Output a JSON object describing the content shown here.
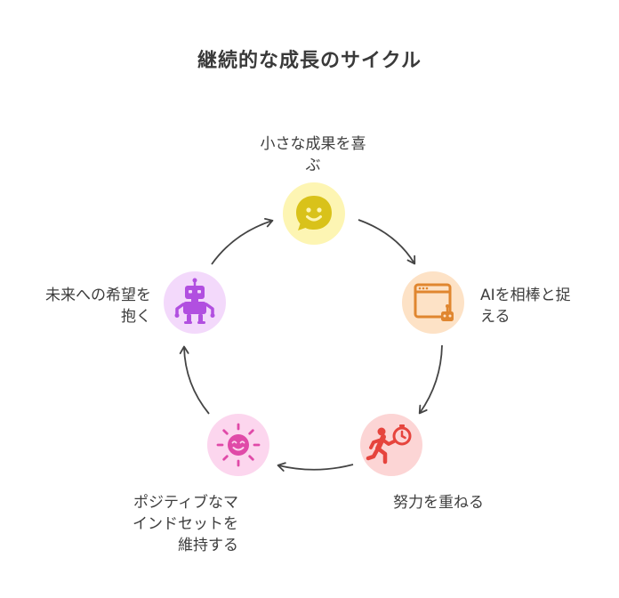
{
  "title": "継続的な成長のサイクル",
  "nodes": [
    {
      "id": "celebrate",
      "label_lines": [
        "小さな成果を喜",
        "ぶ"
      ],
      "icon": "smiling-speech-bubble-icon",
      "bg_color": "#fdf5b3",
      "icon_color": "#d9c21a"
    },
    {
      "id": "ai-partner",
      "label_lines": [
        "AIを相棒と捉",
        "える"
      ],
      "icon": "app-window-robot-icon",
      "bg_color": "#fde2c6",
      "icon_color": "#e0862f"
    },
    {
      "id": "effort",
      "label_lines": [
        "努力を重ねる"
      ],
      "icon": "running-person-stopwatch-icon",
      "bg_color": "#fcd5d5",
      "icon_color": "#e6443d"
    },
    {
      "id": "positive-mindset",
      "label_lines": [
        "ポジティブなマ",
        "インドセットを",
        "維持する"
      ],
      "icon": "smiling-sun-icon",
      "bg_color": "#fcd6ee",
      "icon_color": "#e04aa8"
    },
    {
      "id": "hope",
      "label_lines": [
        "未来への希望を",
        "抱く"
      ],
      "icon": "robot-icon",
      "bg_color": "#f3d9fb",
      "icon_color": "#b14fe0"
    }
  ],
  "colors": {
    "arrow": "#444444",
    "text": "#3d3d3d"
  }
}
